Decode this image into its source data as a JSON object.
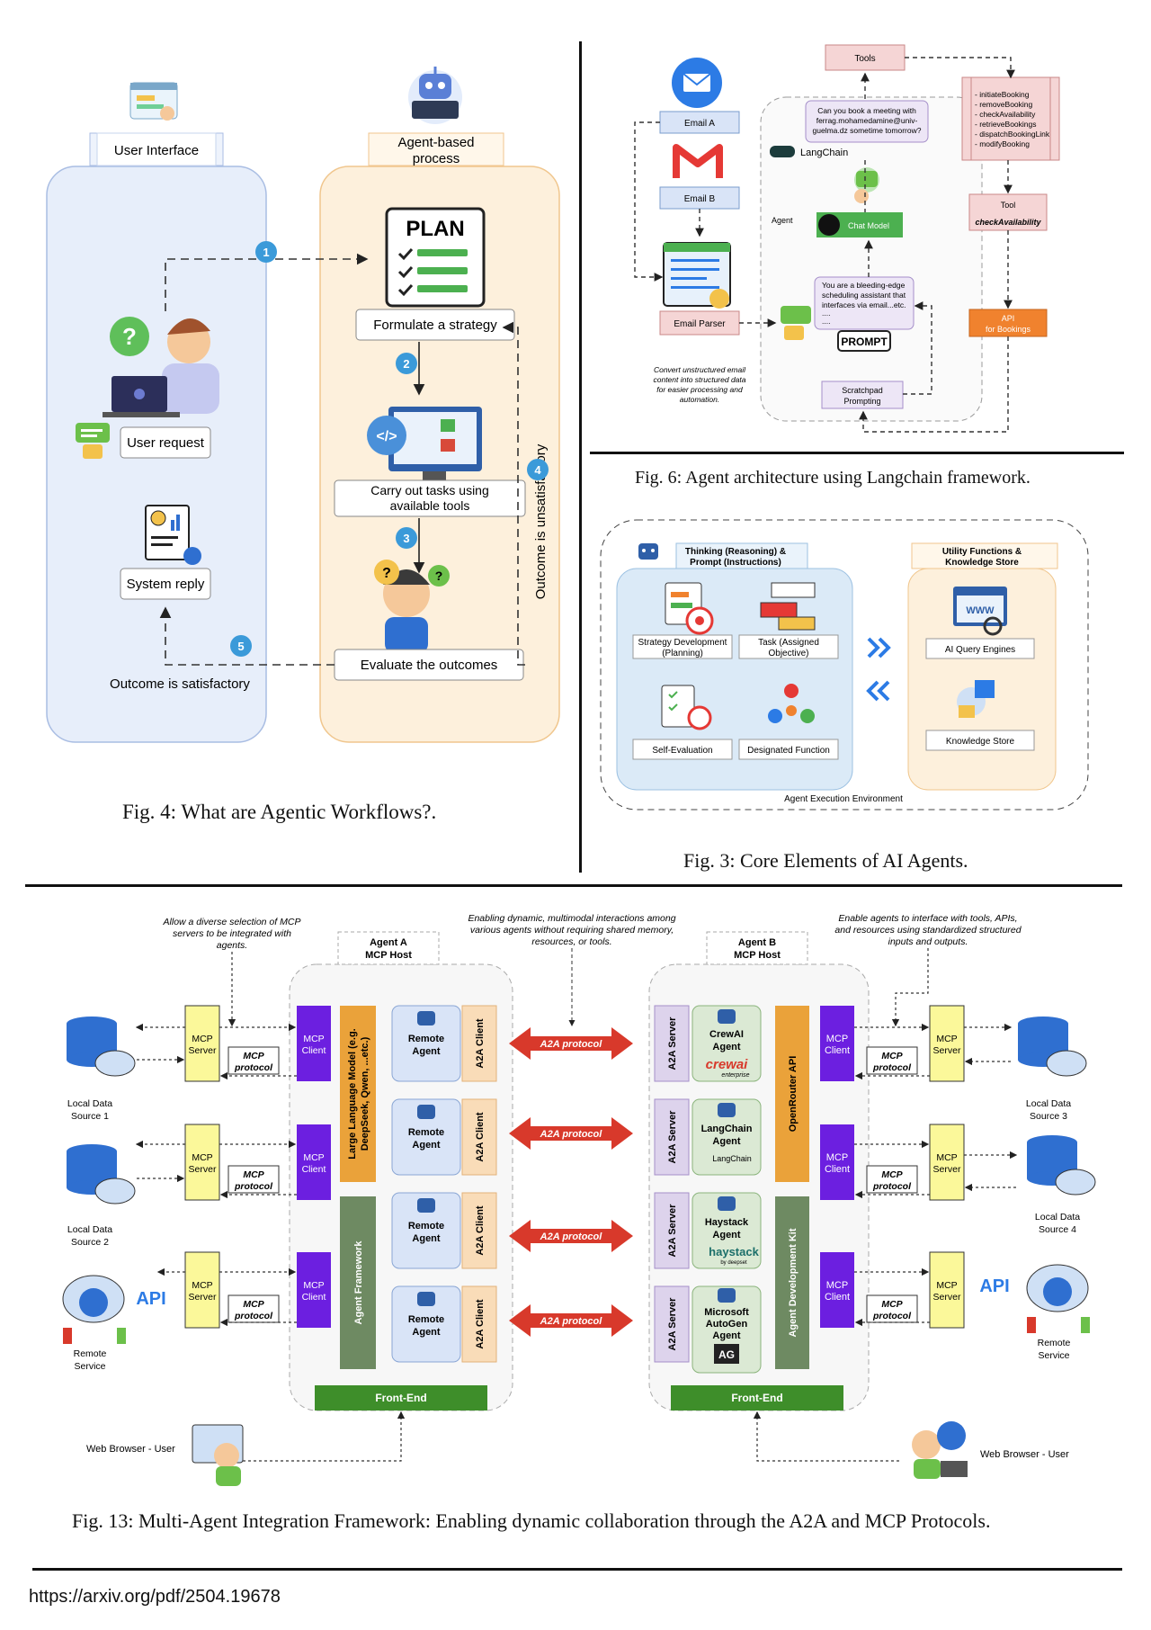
{
  "fig4": {
    "caption": "Fig. 4: What are Agentic Workflows?.",
    "ui_header": "User Interface",
    "agent_header": [
      "Agent-based",
      "process"
    ],
    "plan": "PLAN",
    "formulate": "Formulate a strategy",
    "carry": [
      "Carry out tasks using",
      "available tools"
    ],
    "evaluate": "Evaluate the outcomes",
    "user_request": "User request",
    "system_reply": "System reply",
    "satisfactory": "Outcome is satisfactory",
    "unsatisfactory": "Outcome is unsatisfactory",
    "steps": [
      "1",
      "2",
      "3",
      "4",
      "5"
    ]
  },
  "fig6": {
    "caption": "Fig. 6: Agent architecture using Langchain framework.",
    "email_a": "Email A",
    "email_b": "Email B",
    "email_parser": "Email Parser",
    "parser_note": [
      "Convert unstructured email",
      "content into structured data",
      "for easier processing and",
      "automation."
    ],
    "tools": "Tools",
    "tool_list": [
      "- initiateBooking",
      "- removeBooking",
      "- checkAvailability",
      "- retrieveBookings",
      "- dispatchBookingLink",
      "- modifyBooking"
    ],
    "tool_label": "Tool",
    "tool_name": "checkAvailability",
    "api": [
      "API",
      "for Bookings"
    ],
    "query": [
      "Can you book a meeting with",
      "ferrag.mohamedamine@univ-",
      "guelma.dz sometime tomorrow?"
    ],
    "langchain": "LangChain",
    "agent": "Agent",
    "chat_model": "Chat Model",
    "prompt_text": [
      "You are a bleeding-edge",
      "scheduling assistant that",
      "interfaces via email...etc.",
      "....",
      "...."
    ],
    "prompt": "PROMPT",
    "scratchpad": [
      "Scratchpad",
      "Prompting"
    ]
  },
  "fig3": {
    "caption": "Fig. 3: Core Elements of AI Agents.",
    "thinking": [
      "Thinking (Reasoning) &",
      "Prompt (Instructions)"
    ],
    "utility": [
      "Utility Functions &",
      "Knowledge Store"
    ],
    "strategy": [
      "Strategy Development",
      "(Planning)"
    ],
    "task": [
      "Task (Assigned",
      "Objective)"
    ],
    "self_eval": "Self-Evaluation",
    "designated": "Designated Function",
    "ai_query": "AI Query Engines",
    "knowledge": "Knowledge Store",
    "environment": "Agent Execution Environment"
  },
  "fig13": {
    "caption": "Fig. 13: Multi-Agent Integration Framework: Enabling dynamic collaboration through the A2A and MCP Protocols.",
    "note_left": [
      "Allow a diverse selection of MCP",
      "servers to be integrated with",
      "agents."
    ],
    "note_mid": [
      "Enabling dynamic, multimodal interactions among",
      "various agents without requiring shared memory,",
      "resources, or tools."
    ],
    "note_right": [
      "Enable agents to interface with tools, APIs,",
      "and resources using standardized structured",
      "inputs and outputs."
    ],
    "agent_a": [
      "Agent A",
      "MCP Host"
    ],
    "agent_b": [
      "Agent B",
      "MCP Host"
    ],
    "mcp_server": [
      "MCP",
      "Server"
    ],
    "mcp_client": [
      "MCP",
      "Client"
    ],
    "mcp_protocol": [
      "MCP",
      "protocol"
    ],
    "llm": [
      "Large Language Model (e.g.",
      "DeepSeek, Qwen, ...etc.)"
    ],
    "agent_framework": "Agent Framework",
    "remote_agent": [
      "Remote",
      "Agent"
    ],
    "a2a_client": "A2A Client",
    "a2a_server": "A2A Server",
    "a2a_protocol": "A2A protocol",
    "openrouter": "OpenRouter API",
    "adk": "Agent Development Kit",
    "front_end": "Front-End",
    "agents_b": [
      [
        "CrewAI",
        "Agent"
      ],
      [
        "LangChain",
        "Agent"
      ],
      [
        "Haystack",
        "Agent"
      ],
      [
        "Microsoft",
        "AutoGen",
        "Agent"
      ]
    ],
    "logos": [
      "crewai",
      "enterprise",
      "LangChain",
      "haystack",
      "by deepset",
      "AG"
    ],
    "local_sources": [
      [
        "Local Data",
        "Source 1"
      ],
      [
        "Local Data",
        "Source 2"
      ],
      [
        "Local Data",
        "Source 3"
      ],
      [
        "Local Data",
        "Source 4"
      ]
    ],
    "remote_service": [
      "Remote",
      "Service"
    ],
    "api": "API",
    "web_browser": "Web Browser - User"
  },
  "url": "https://arxiv.org/pdf/2504.19678",
  "colors": {
    "ui_panel": "#e7eefa",
    "agent_panel": "#fdf0dc",
    "mcp_server": "#fbf89a",
    "mcp_client": "#6c1fe0",
    "llm": "#eaa23a",
    "framework": "#6e8a62",
    "a2a": "#d8392b",
    "front_end": "#3e8e2a",
    "remote_agent": "#d9e4f7",
    "a2a_client": "#f9dcb8",
    "a2a_server": "#ddd3ec",
    "agent_b_box": "#dbe9d4"
  }
}
